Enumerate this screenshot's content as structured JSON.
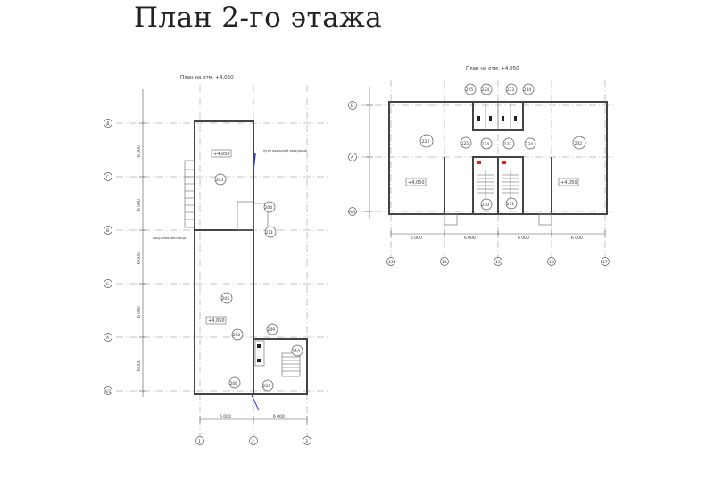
{
  "title": "План 2-го этажа",
  "left_plan": {
    "caption": "План на отм. +4,050",
    "grid_rows": [
      "Д",
      "Г",
      "В",
      "Б",
      "А",
      "А/1"
    ],
    "grid_cols": [
      "1",
      "2",
      "3"
    ],
    "row_dims": [
      "6 000",
      "6 000",
      "6 000",
      "6 000",
      "6 000"
    ],
    "col_dims": [
      "6 000",
      "6 000"
    ],
    "rooms": [
      "203",
      "204",
      "205",
      "206",
      "207",
      "208",
      "209",
      "210",
      "211"
    ],
    "level": "+4,050",
    "notes": [
      "пути пожарной эвакуации",
      "наружная лестница"
    ]
  },
  "right_plan": {
    "caption": "План на отм. +4,050",
    "grid_rows": [
      "В",
      "А",
      "А/1"
    ],
    "grid_cols": [
      "13",
      "14",
      "15",
      "16",
      "17"
    ],
    "col_dims": [
      "6 000",
      "6 000",
      "6 000",
      "6 000"
    ],
    "rooms": [
      "223",
      "224",
      "225",
      "230",
      "231",
      "232",
      "233",
      "234"
    ],
    "level": "+4,050"
  }
}
